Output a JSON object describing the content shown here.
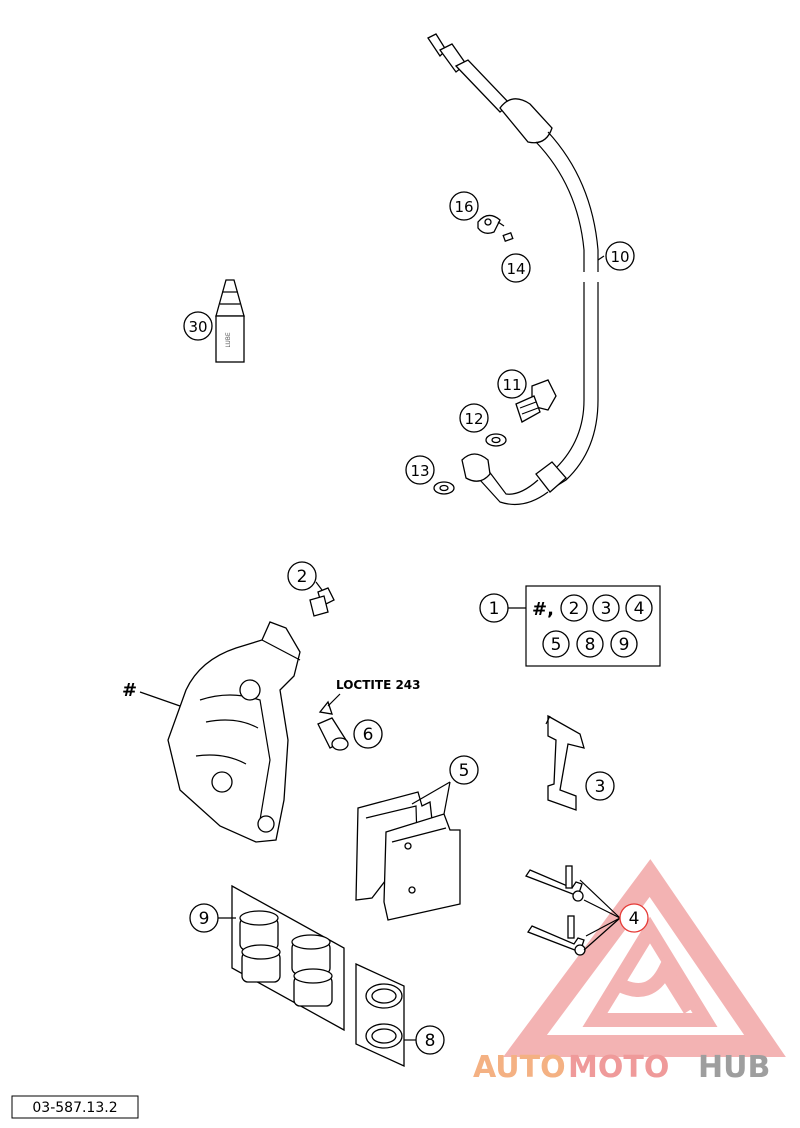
{
  "diagram": {
    "callouts": {
      "c1": "1",
      "c2": "2",
      "c3": "3",
      "c4": "4",
      "c5": "5",
      "c6": "6",
      "c8": "8",
      "c9": "9",
      "c10": "10",
      "c11": "11",
      "c12": "12",
      "c13": "13",
      "c14": "14",
      "c16": "16",
      "c30": "30"
    },
    "kit_box": {
      "hash_prefix": "#,",
      "items": [
        "2",
        "3",
        "4",
        "5",
        "8",
        "9"
      ]
    },
    "caliper_hash_label": "#",
    "loctite_label": "LOCTITE 243",
    "part_number": "03-587.13.2",
    "watermark": {
      "part1": "AUTO",
      "part2": "MOTO",
      "part3": "HUB",
      "color_orange": "#f4b183",
      "color_red": "#ef9a9a",
      "color_grey": "#9e9e9e"
    }
  }
}
